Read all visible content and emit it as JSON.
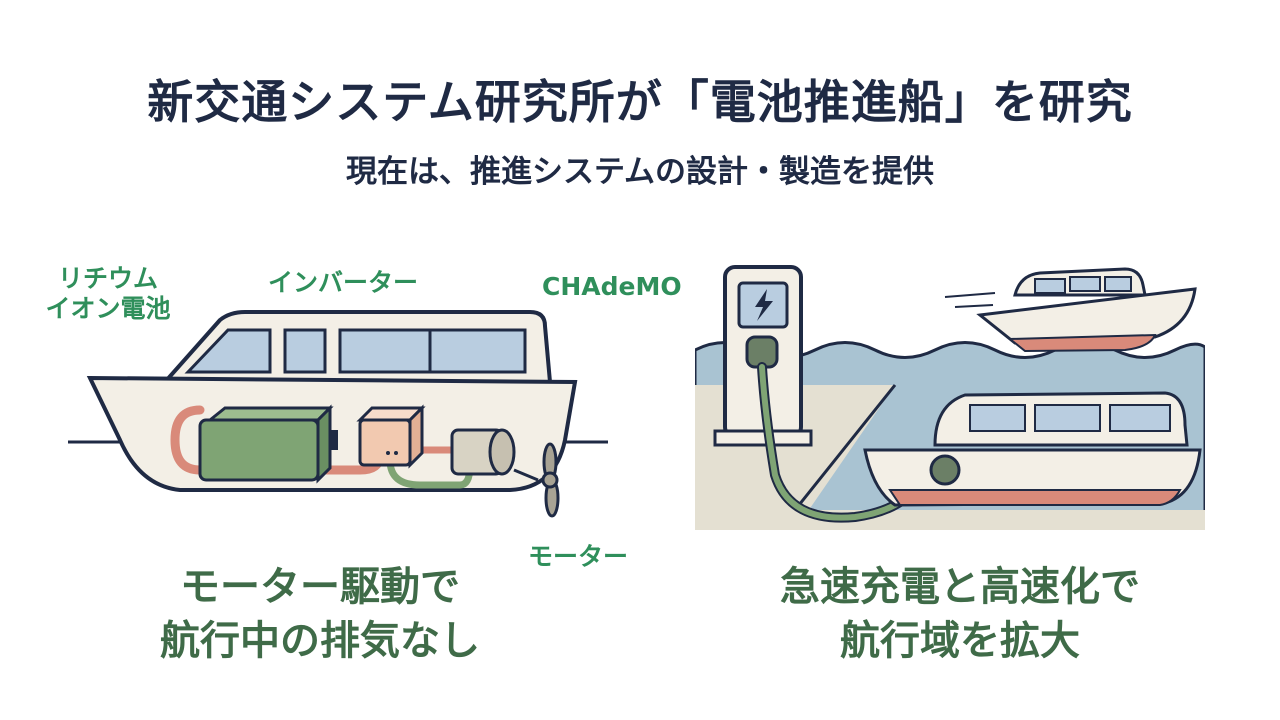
{
  "header": {
    "title": "新交通システム研究所が「電池推進船」を研究",
    "subtitle": "現在は、推進システムの設計・製造を提供"
  },
  "left_panel": {
    "label_battery_line1": "リチウム",
    "label_battery_line2": "イオン電池",
    "label_inverter": "インバーター",
    "label_motor": "モーター",
    "caption_line1": "モーター駆動で",
    "caption_line2": "航行中の排気なし"
  },
  "right_panel": {
    "label_charger": "CHAdeMO",
    "caption_line1": "急速充電と高速化で",
    "caption_line2": "航行域を拡大"
  },
  "colors": {
    "title": "#1f2a44",
    "label_green": "#2f8f5b",
    "caption_green": "#3f6b48",
    "hull": "#f3efe6",
    "window": "#b9cde0",
    "battery": "#7fa474",
    "hull_stripe": "#d98a7a",
    "water": "#a9c3d2",
    "dock": "#e4e0d2"
  },
  "icons": [
    "lightning-icon",
    "plug-icon",
    "propeller-icon"
  ]
}
